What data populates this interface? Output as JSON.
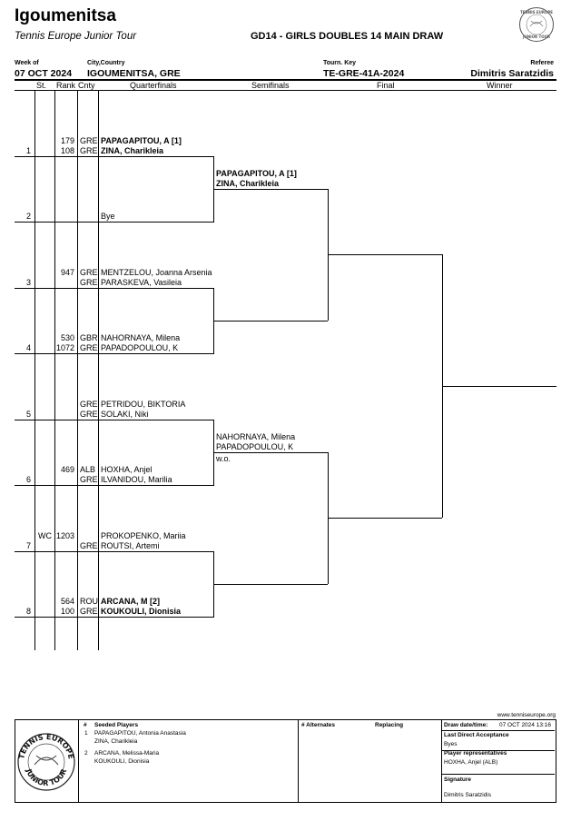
{
  "header": {
    "title": "Igoumenitsa",
    "tour": "Tennis Europe Junior Tour",
    "event": "GD14 - GIRLS DOUBLES 14 MAIN DRAW",
    "week_label": "Week of",
    "week_value": "07 OCT 2024",
    "city_label": "City,Country",
    "city_value": "IGOUMENITSA, GRE",
    "key_label": "Tourn. Key",
    "key_value": "TE-GRE-41A-2024",
    "referee_label": "Referee",
    "referee_value": "Dimitris Saratzidis"
  },
  "columns": {
    "st": "St.",
    "rank": "Rank",
    "cnty": "Cnty",
    "qf": "Quarterfinals",
    "sf": "Semifinals",
    "final": "Final",
    "winner": "Winner"
  },
  "draw": [
    {
      "no": "1",
      "st": "",
      "r1": "179",
      "r2": "108",
      "c1": "GRE",
      "c2": "GRE",
      "p1": "PAPAGAPITOU, A [1]",
      "p2": "ZINA, Charikleia",
      "bold": true
    },
    {
      "no": "2",
      "st": "",
      "r1": "",
      "r2": "",
      "c1": "",
      "c2": "",
      "p1": "",
      "p2": "Bye",
      "bold": false
    },
    {
      "no": "3",
      "st": "",
      "r1": "947",
      "r2": "",
      "c1": "GRE",
      "c2": "GRE",
      "p1": "MENTZELOU, Joanna Arsenia",
      "p2": "PARASKEVA, Vasileia",
      "bold": false
    },
    {
      "no": "4",
      "st": "",
      "r1": "530",
      "r2": "1072",
      "c1": "GBR",
      "c2": "GRE",
      "p1": "NAHORNAYA, Milena",
      "p2": "PAPADOPOULOU, K",
      "bold": false
    },
    {
      "no": "5",
      "st": "",
      "r1": "",
      "r2": "",
      "c1": "GRE",
      "c2": "GRE",
      "p1": "PETRIDOU, BIKTORIA",
      "p2": "SOLAKI, Niki",
      "bold": false
    },
    {
      "no": "6",
      "st": "",
      "r1": "469",
      "r2": "",
      "c1": "ALB",
      "c2": "GRE",
      "p1": "HOXHA, Anjel",
      "p2": "ILVANIDOU, Marilia",
      "bold": false
    },
    {
      "no": "7",
      "st": "WC",
      "r1": "1203",
      "r2": "",
      "c1": "",
      "c2": "GRE",
      "p1": "PROKOPENKO, Mariia",
      "p2": "ROUTSI, Artemi",
      "bold": false
    },
    {
      "no": "8",
      "st": "",
      "r1": "564",
      "r2": "100",
      "c1": "ROU",
      "c2": "GRE",
      "p1": "ARCANA, M [2]",
      "p2": "KOUKOULI, Dionisia",
      "bold": true
    }
  ],
  "semis": [
    {
      "p1": "PAPAGAPITOU, A [1]",
      "p2": "ZINA, Charikleia",
      "note": "",
      "bold": true
    },
    {
      "p1": "NAHORNAYA, Milena",
      "p2": "PAPADOPOULOU, K",
      "note": "w.o.",
      "bold": false
    }
  ],
  "footer": {
    "website": "www.tenniseurope.org",
    "hash": "#",
    "seeded_title": "Seeded Players",
    "seeded": [
      {
        "no": "1",
        "p1": "PAPAGAPITOU, Antonia Anastasia",
        "p2": "ZINA, Charikleia"
      },
      {
        "no": "2",
        "p1": "ARCANA, Melissa-Maria",
        "p2": "KOUKOULI, Dionisia"
      }
    ],
    "alt_title": "# Alternates",
    "replacing": "Replacing",
    "draw_date_label": "Draw date/time:",
    "draw_date_value": "07 OCT 2024 13:16",
    "lda_label": "Last Direct Acceptance",
    "lda_value": "Byes",
    "rep_label": "Player representatives",
    "rep_value": "HOXHA, Anjel (ALB)",
    "sig_label": "Signature",
    "sig_value": "Dimitris Saratzidis",
    "logo_text_top": "TENNIS EUROPE",
    "logo_text_bottom": "JUNIOR TOUR"
  }
}
